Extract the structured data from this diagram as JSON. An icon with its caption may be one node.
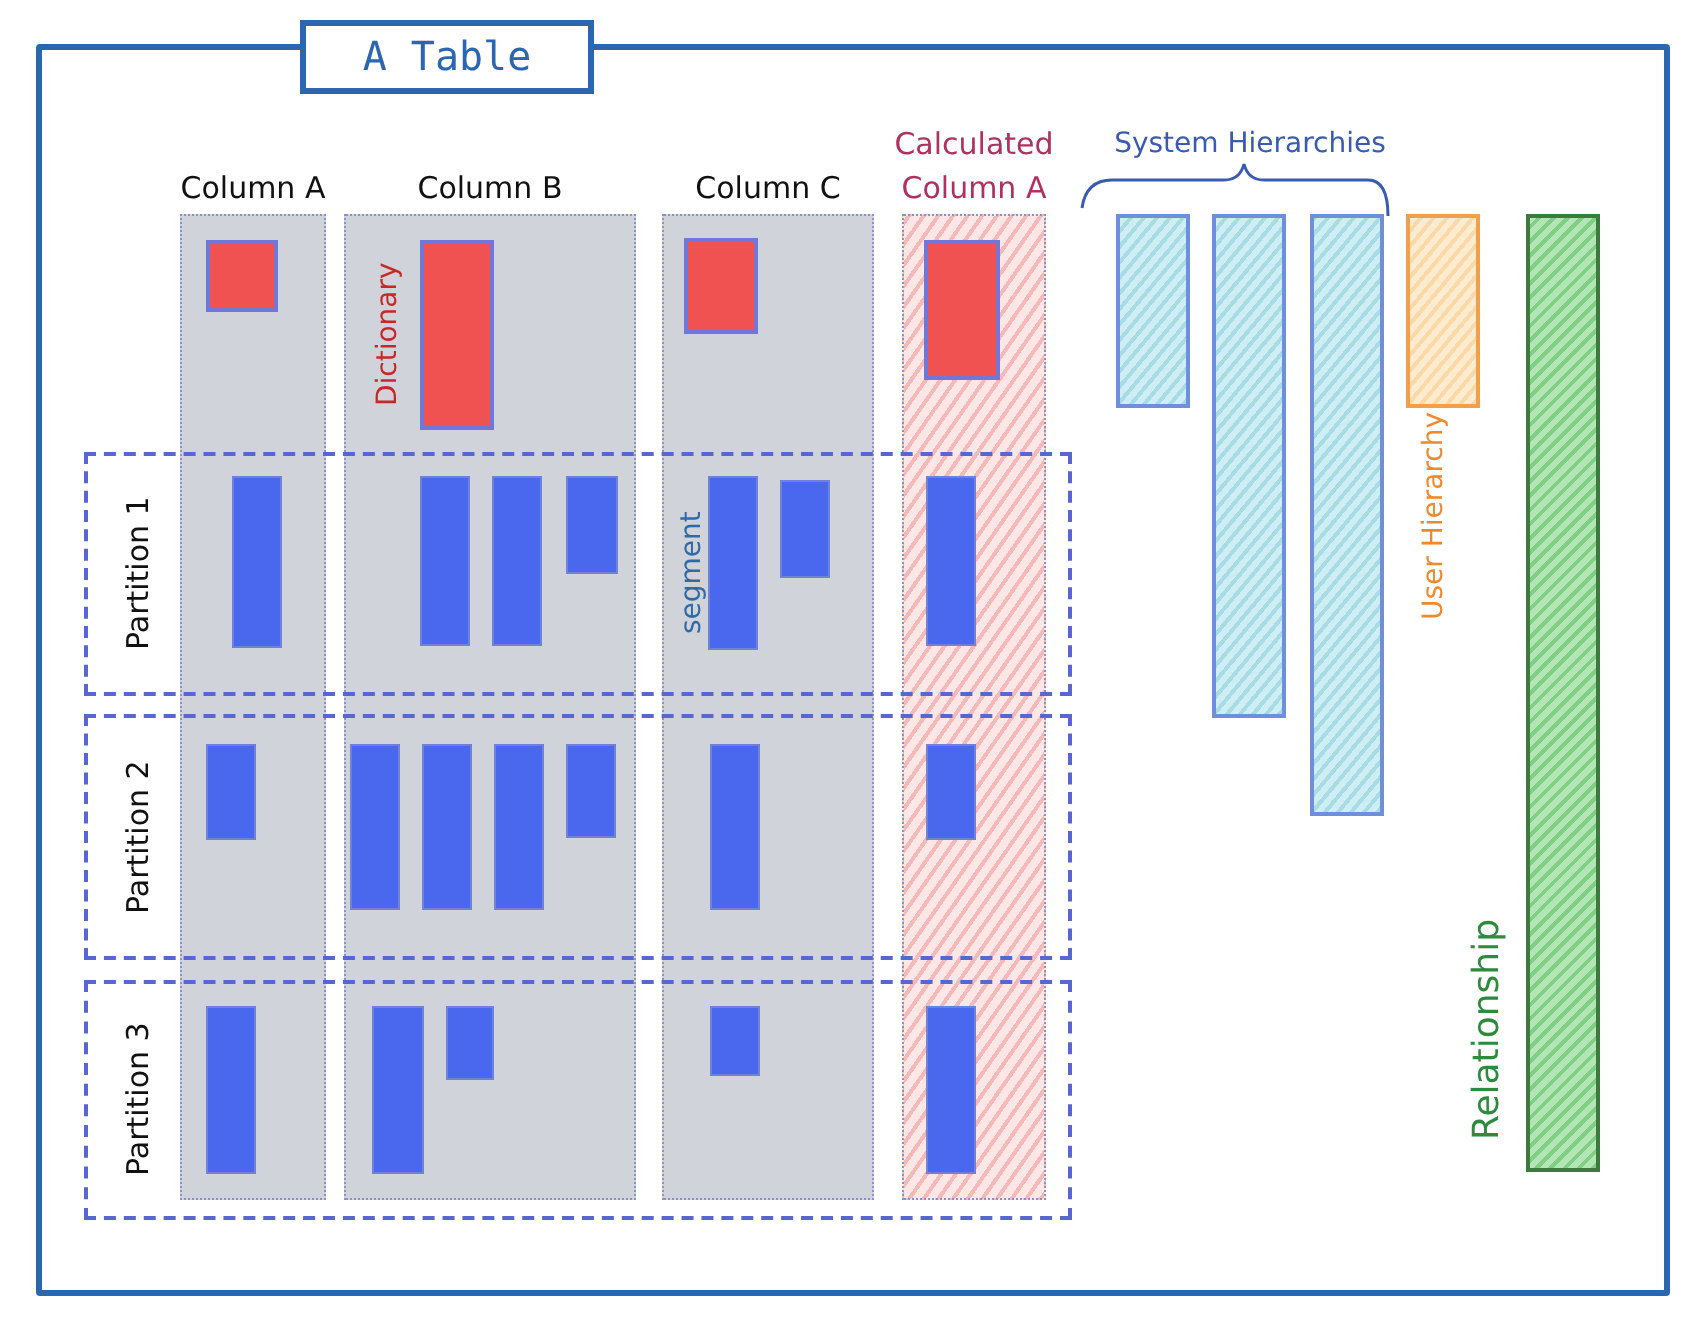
{
  "diagram": {
    "nodes": [
      {
        "text": [
          "A Table"
        ]
      },
      {
        "text": [
          "Column A"
        ],
        "in": 0
      },
      {
        "text": [
          "Column B"
        ],
        "in": 0
      },
      {
        "text": [
          "Column C"
        ],
        "in": 0
      },
      {
        "text": [
          "Calculated Column A"
        ],
        "in": 0
      },
      {
        "text": [
          "Partition 1"
        ],
        "in": 0
      },
      {
        "text": [
          "Partition 2"
        ],
        "in": 0
      },
      {
        "text": [
          "Partition 3"
        ],
        "in": 0
      },
      {
        "text": [],
        "shape": "box",
        "in": 1
      },
      {
        "text": [],
        "shape": "box",
        "in": 2,
        "beside": [
          "Dictionary"
        ]
      },
      {
        "text": [],
        "shape": "box",
        "in": 3
      },
      {
        "text": [],
        "shape": "box",
        "in": 4
      },
      {
        "text": [],
        "shape": "box"
      },
      {
        "text": [],
        "shape": "box"
      },
      {
        "text": [],
        "shape": "box"
      },
      {
        "text": [],
        "shape": "box"
      },
      {
        "text": [],
        "shape": "box",
        "beside": [
          "segment"
        ]
      },
      {
        "text": [],
        "shape": "box"
      },
      {
        "text": [],
        "shape": "box"
      },
      {
        "text": [],
        "shape": "box"
      },
      {
        "text": [],
        "shape": "box"
      },
      {
        "text": [],
        "shape": "box"
      },
      {
        "text": [],
        "shape": "box"
      },
      {
        "text": [],
        "shape": "box"
      },
      {
        "text": [],
        "shape": "box"
      },
      {
        "text": [],
        "shape": "box"
      },
      {
        "text": [],
        "shape": "box"
      },
      {
        "text": [],
        "shape": "box"
      },
      {
        "text": [],
        "shape": "box"
      },
      {
        "text": [],
        "shape": "box"
      },
      {
        "text": [],
        "shape": "box"
      },
      {
        "text": [],
        "shape": "bar",
        "in": 0
      },
      {
        "text": [],
        "shape": "bar",
        "in": 0
      },
      {
        "text": [],
        "shape": "bar",
        "in": 0
      },
      {
        "text": [],
        "shape": "bar",
        "in": 0,
        "beside": [
          "User Hierarchy"
        ]
      },
      {
        "text": [],
        "shape": "bar",
        "in": 0,
        "beside": [
          "Relationship"
        ]
      }
    ],
    "labels": [
      "System Hierarchies"
    ]
  }
}
